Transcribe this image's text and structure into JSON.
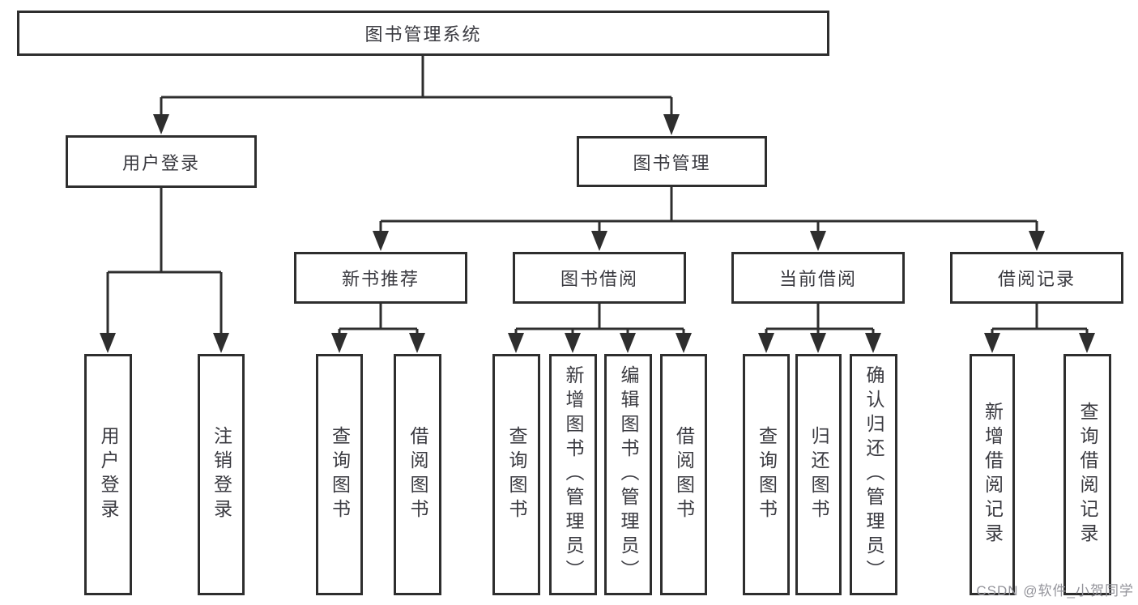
{
  "nodes": {
    "root": "图书管理系统",
    "userLogin": "用户登录",
    "bookMgmt": "图书管理",
    "newBookRec": "新书推荐",
    "bookBorrow": "图书借阅",
    "currentBorrow": "当前借阅",
    "borrowRecords": "借阅记录",
    "leafUserLogin": "用户登录",
    "leafLogout": "注销登录",
    "leafNbQuery": "查询图书",
    "leafNbBorrow": "借阅图书",
    "leafBbQuery": "查询图书",
    "leafBbAdd": "新增图书（管理员）",
    "leafBbEdit": "编辑图书（管理员）",
    "leafBbBorrow": "借阅图书",
    "leafCbQuery": "查询图书",
    "leafCbReturn": "归还图书",
    "leafCbConfirm": "确认归还（管理员）",
    "leafBrAdd": "新增借阅记录",
    "leafBrQuery": "查询借阅记录"
  },
  "watermark": {
    "text": "CSDN @软件_小贺同学"
  },
  "colors": {
    "line": "#2e2e2e",
    "box_border": "#2e2e2e",
    "text": "#3a3a40",
    "watermark": "#94949b",
    "background": "#ffffff"
  }
}
